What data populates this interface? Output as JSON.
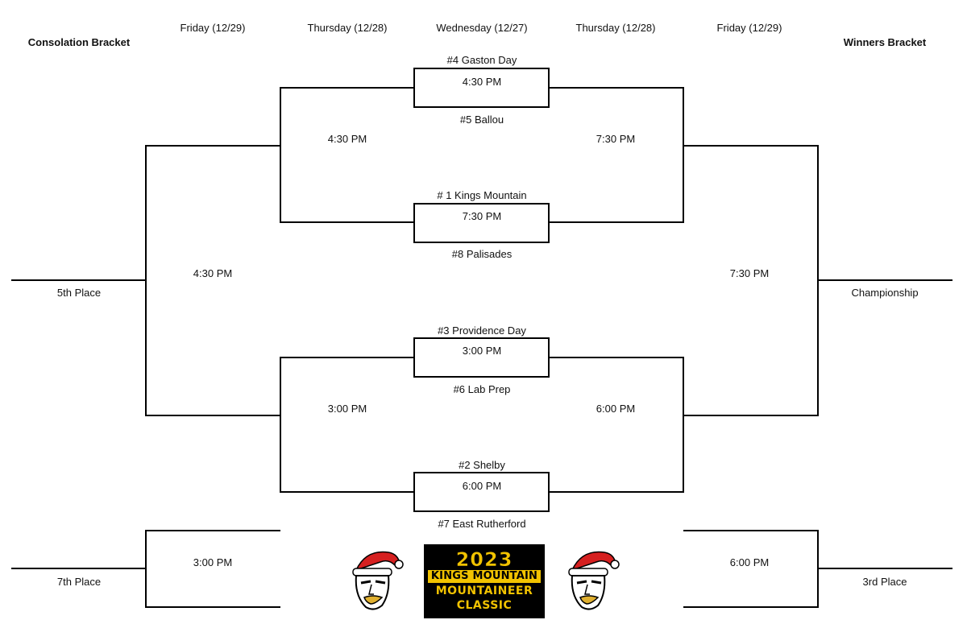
{
  "headers": {
    "consolation": "Consolation Bracket",
    "winners": "Winners Bracket",
    "days": [
      "Friday (12/29)",
      "Thursday (12/28)",
      "Wednesday (12/27)",
      "Thursday (12/28)",
      "Friday (12/29)"
    ]
  },
  "games": {
    "g1": {
      "top_team": "#4 Gaston Day",
      "time": "4:30 PM",
      "bottom_team": "#5 Ballou"
    },
    "g2": {
      "top_team": "# 1 Kings Mountain",
      "time": "7:30 PM",
      "bottom_team": "#8 Palisades"
    },
    "g3": {
      "top_team": "#3 Providence Day",
      "time": "3:00 PM",
      "bottom_team": "#6 Lab Prep"
    },
    "g4": {
      "top_team": "#2 Shelby",
      "time": "6:00 PM",
      "bottom_team": "#7 East Rutherford"
    }
  },
  "times": {
    "cons_semi_top": "4:30 PM",
    "cons_semi_bottom": "3:00 PM",
    "fifth_place": "4:30 PM",
    "seventh_place": "3:00 PM",
    "win_semi_top": "7:30 PM",
    "win_semi_bottom": "6:00 PM",
    "championship": "7:30 PM",
    "third_place": "6:00 PM"
  },
  "placements": {
    "fifth": "5th Place",
    "seventh": "7th Place",
    "championship": "Championship",
    "third": "3rd Place"
  },
  "logo": {
    "year": "2023",
    "line1": "KINGS MOUNTAIN",
    "line2": "MOUNTAINEER",
    "line3": "CLASSIC",
    "colors": {
      "background": "#000000",
      "accent": "#f2c300"
    }
  },
  "mascot_icon": "santa-hat-mountaineer-icon"
}
